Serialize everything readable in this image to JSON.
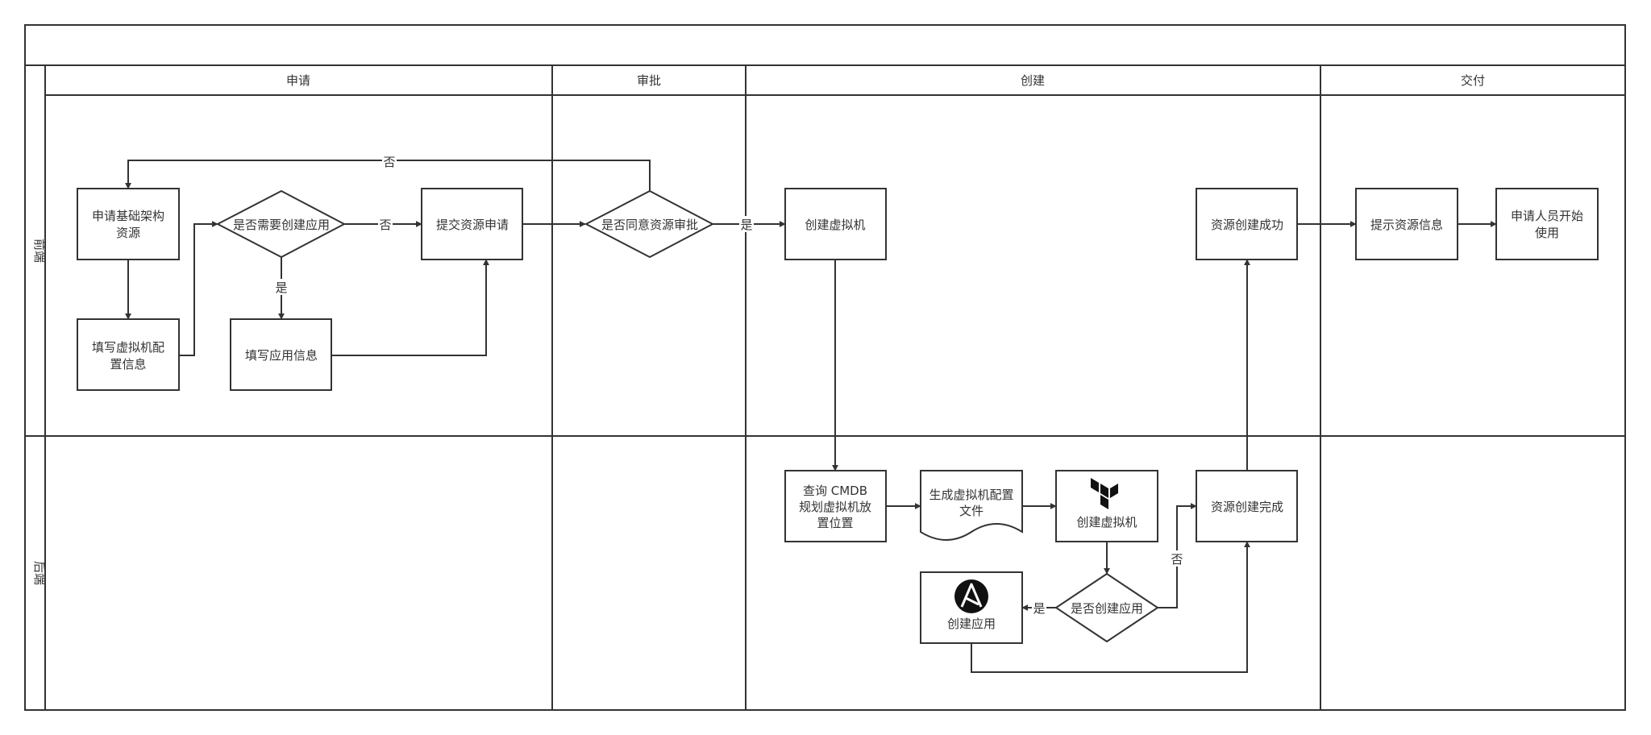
{
  "lanes": {
    "columns": [
      "申请",
      "审批",
      "创建",
      "交付"
    ],
    "rows": [
      "前端",
      "后端"
    ]
  },
  "nodes": {
    "apply_infra": [
      "申请基础架构",
      "资源"
    ],
    "fill_vm": [
      "填写虚拟机配",
      "置信息"
    ],
    "need_app": "是否需要创建应用",
    "fill_app": "填写应用信息",
    "submit": "提交资源申请",
    "approve": "是否同意资源审批",
    "create_vm_front": "创建虚拟机",
    "success": "资源创建成功",
    "show_info": "提示资源信息",
    "start_use": [
      "申请人员开始",
      "使用"
    ],
    "query_cmdb": [
      "查询 CMDB",
      "规划虚拟机放",
      "置位置"
    ],
    "gen_config": [
      "生成虚拟机配置",
      "文件"
    ],
    "create_vm_back": "创建虚拟机",
    "done": "资源创建完成",
    "need_app_back": "是否创建应用",
    "create_app": "创建应用"
  },
  "edge_labels": {
    "reject": "否",
    "need_app_no": "否",
    "need_app_yes": "是",
    "approve_yes": "是",
    "back_yes": "是",
    "back_no": "否"
  },
  "icons": {
    "vm_tool": "terraform-logo-icon",
    "app_tool": "ansible-logo-icon"
  },
  "colors": {
    "line": "#333333",
    "background": "#ffffff"
  }
}
